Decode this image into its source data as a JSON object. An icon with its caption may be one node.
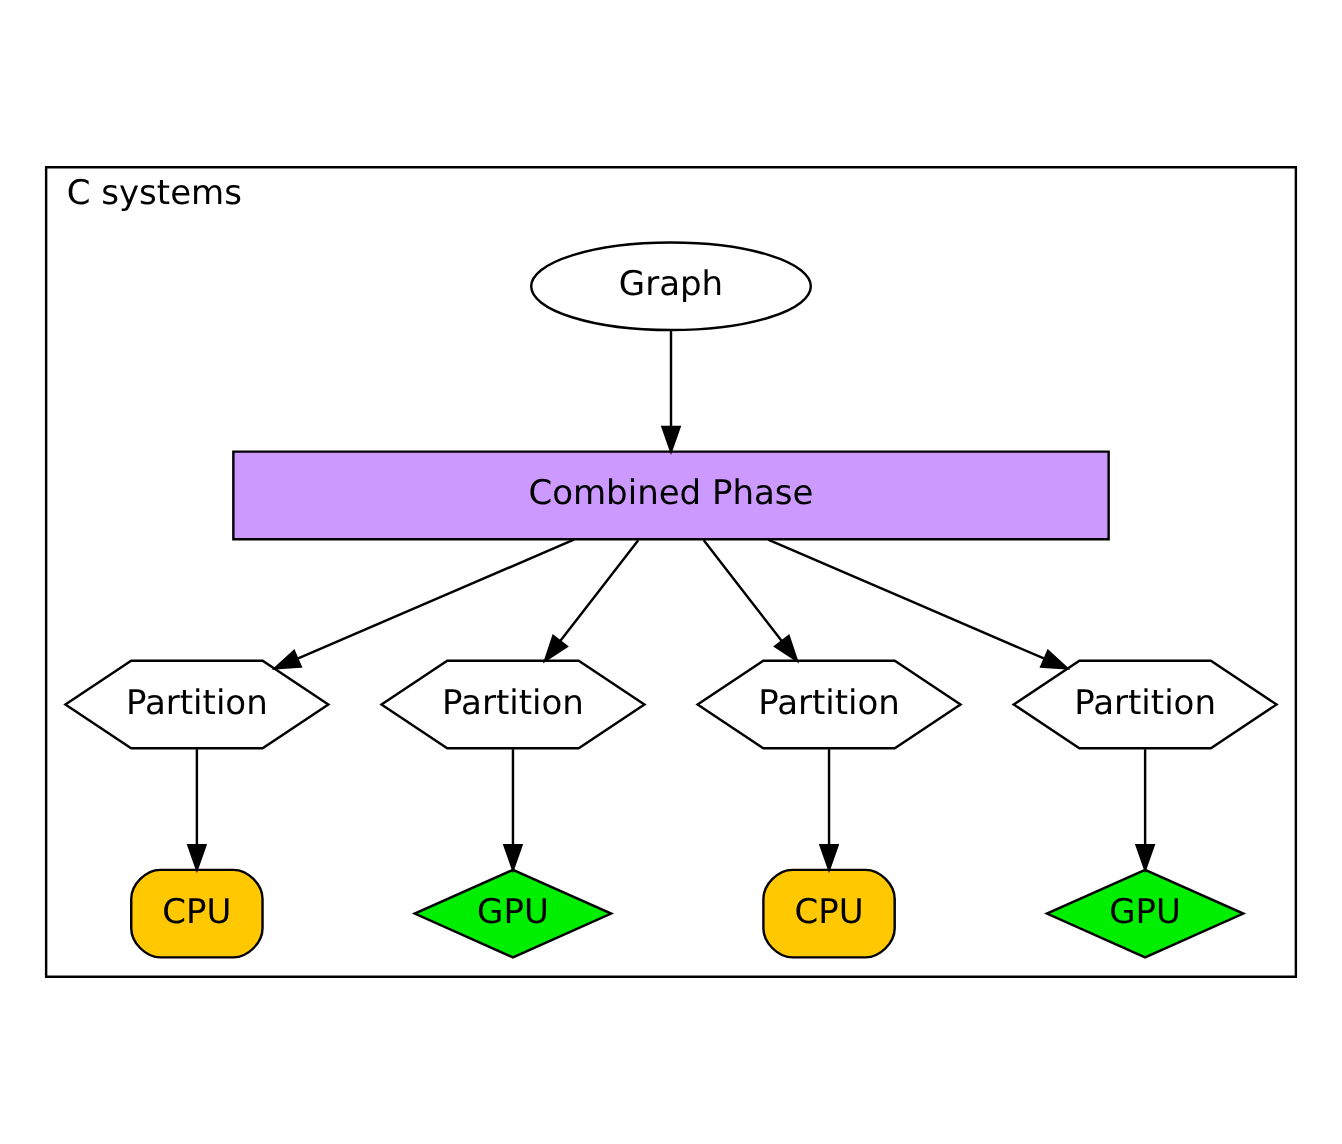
{
  "diagram": {
    "nodes": [
      {
        "text": [
          "C systems"
        ]
      },
      {
        "text": [
          "Graph"
        ],
        "in": 0
      },
      {
        "text": [
          "Combined Phase"
        ],
        "in": 0
      },
      {
        "text": [
          "Partition"
        ],
        "in": 0
      },
      {
        "text": [
          "Partition"
        ],
        "in": 0
      },
      {
        "text": [
          "Partition"
        ],
        "in": 0
      },
      {
        "text": [
          "Partition"
        ],
        "in": 0
      },
      {
        "text": [
          "CPU"
        ],
        "in": 0
      },
      {
        "text": [
          "GPU"
        ],
        "in": 0
      },
      {
        "text": [
          "CPU"
        ],
        "in": 0
      },
      {
        "text": [
          "GPU"
        ],
        "in": 0
      }
    ],
    "edges": [
      {
        "from": 1,
        "to": 2,
        "arrow": "to"
      },
      {
        "from": 2,
        "to": 3,
        "arrow": "to"
      },
      {
        "from": 2,
        "to": 4,
        "arrow": "to"
      },
      {
        "from": 2,
        "to": 5,
        "arrow": "to"
      },
      {
        "from": 2,
        "to": 6,
        "arrow": "to"
      },
      {
        "from": 3,
        "to": 7,
        "arrow": "to"
      },
      {
        "from": 4,
        "to": 8,
        "arrow": "to"
      },
      {
        "from": 5,
        "to": 9,
        "arrow": "to"
      },
      {
        "from": 6,
        "to": 10,
        "arrow": "to"
      }
    ]
  }
}
